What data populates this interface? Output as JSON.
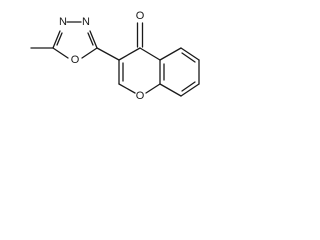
{
  "molecule": {
    "atoms": {
      "carbonyl_oxygen": "O",
      "ring_oxygen": "O",
      "oxadiazole_oxygen": "O",
      "oxadiazole_n1": "N",
      "oxadiazole_n2": "N"
    },
    "colors": {
      "bond": "#1a1a1a",
      "label": "#1a1a1a",
      "background": "#ffffff"
    }
  }
}
